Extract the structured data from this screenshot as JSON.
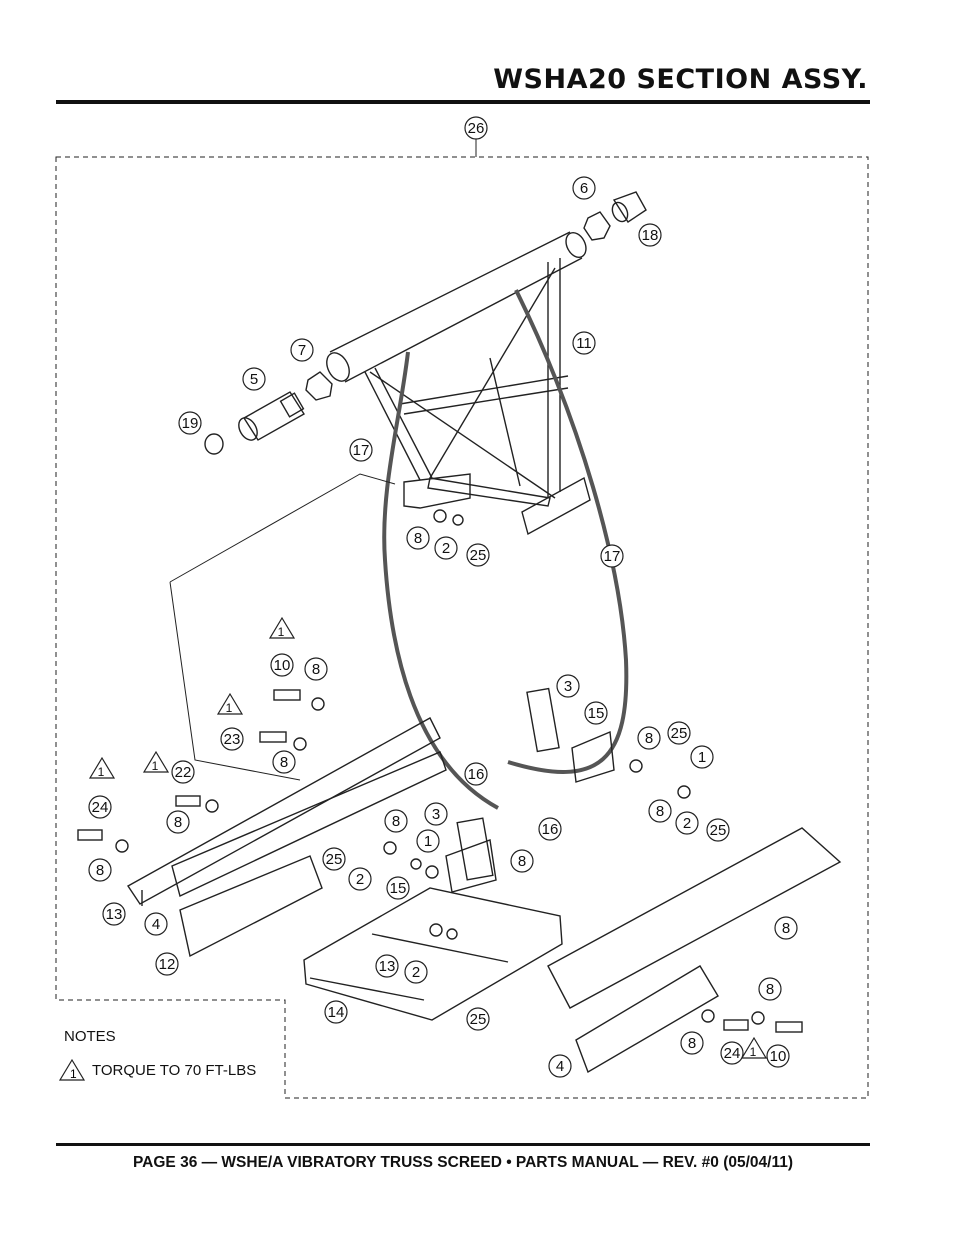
{
  "header": {
    "title": "WSHA20 SECTION ASSY."
  },
  "footer": {
    "text": "PAGE 36 — WSHE/A VIBRATORY TRUSS SCREED • PARTS MANUAL — REV. #0 (05/04/11)"
  },
  "notes": {
    "title": "NOTES",
    "items": [
      {
        "marker": "1",
        "text": "TORQUE TO 70 FT-LBS"
      }
    ]
  },
  "callouts": [
    "26",
    "6",
    "18",
    "11",
    "7",
    "5",
    "19",
    "17",
    "8",
    "2",
    "25",
    "17",
    "10",
    "8",
    "3",
    "23",
    "8",
    "15",
    "8",
    "25",
    "1",
    "16",
    "22",
    "8",
    "2",
    "25",
    "24",
    "8",
    "8",
    "3",
    "16",
    "8",
    "1",
    "25",
    "2",
    "15",
    "8",
    "13",
    "13",
    "4",
    "12",
    "8",
    "2",
    "14",
    "25",
    "4",
    "8",
    "24",
    "10",
    "8"
  ],
  "torque_markers": [
    "1",
    "1",
    "1",
    "1",
    "1"
  ]
}
